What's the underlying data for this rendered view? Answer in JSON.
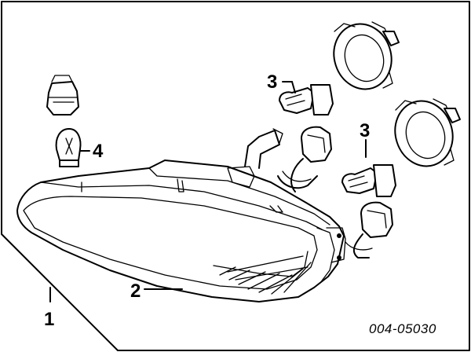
{
  "callouts": {
    "c1": "1",
    "c2": "2",
    "c3a": "3",
    "c3b": "3",
    "c4": "4"
  },
  "figure_code": "004-05030",
  "colors": {
    "ink": "#000000",
    "paper": "#ffffff"
  }
}
